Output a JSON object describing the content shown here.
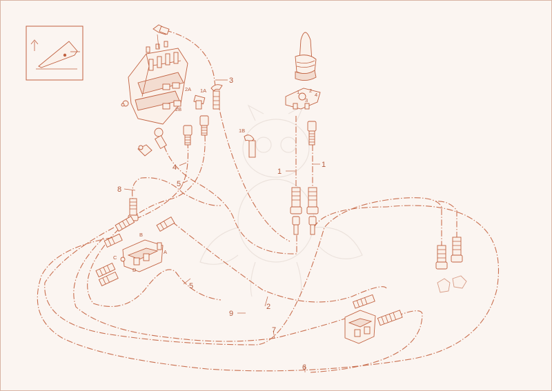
{
  "diagram": {
    "colors": {
      "line": "#c0603f",
      "hose": "#c96f4f",
      "text": "#b45a3c",
      "paper": "#fbf5f1"
    },
    "icon": "machine-direction-icon",
    "callouts": {
      "c1a": "1",
      "c1b": "1",
      "c2": "2",
      "c3": "3",
      "c4": "4",
      "c5a": "5",
      "c5b": "5",
      "c6": "6",
      "c7": "7",
      "c8": "8",
      "c9": "9"
    },
    "ports": {
      "p2a": "2A",
      "p1a": "1A",
      "p2b": "2B",
      "p1b": "1B",
      "pa": "A",
      "pb": "B",
      "pc": "C",
      "pd": "D"
    },
    "plate_marks": {
      "m1": "1",
      "m2": "2",
      "m3": "3",
      "m4": "4"
    }
  }
}
